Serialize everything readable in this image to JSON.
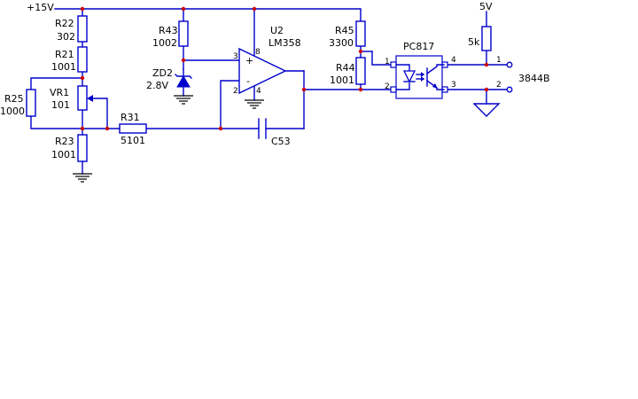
{
  "supply": {
    "v15": "+15V",
    "v5": "5V"
  },
  "components": {
    "r22": {
      "ref": "R22",
      "value": "302"
    },
    "r21": {
      "ref": "R21",
      "value": "1001"
    },
    "r25": {
      "ref": "R25",
      "value": "1000"
    },
    "vr1": {
      "ref": "VR1",
      "value": "101"
    },
    "r23": {
      "ref": "R23",
      "value": "1001"
    },
    "r31": {
      "ref": "R31",
      "value": "5101"
    },
    "r43": {
      "ref": "R43",
      "value": "1002"
    },
    "zd2": {
      "ref": "ZD2",
      "value": "2.8V"
    },
    "u2": {
      "ref": "U2",
      "value": "LM358"
    },
    "c53": {
      "ref": "C53"
    },
    "r45": {
      "ref": "R45",
      "value": "3300"
    },
    "r44": {
      "ref": "R44",
      "value": "1001"
    },
    "pc817": {
      "ref": "PC817"
    },
    "r5k": {
      "value": "5k"
    },
    "conn": {
      "ref": "3844B"
    }
  },
  "pins": {
    "u2_p3": "3",
    "u2_p2": "2",
    "u2_p8": "8",
    "u2_p4": "4",
    "u2_plus": "+",
    "u2_minus": "-",
    "pc_p1": "1",
    "pc_p2": "2",
    "pc_p3": "3",
    "pc_p4": "4",
    "conn_p1": "1",
    "conn_p2": "2"
  },
  "colors": {
    "wire": "#0000cc",
    "junction": "#cc0000",
    "ground": "#000000"
  }
}
